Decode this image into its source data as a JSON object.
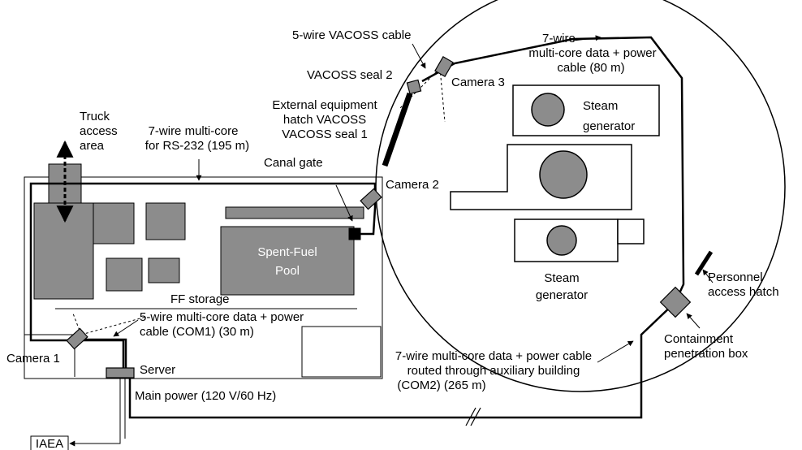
{
  "labels": {
    "vacoss_cable": "5-wire VACOSS cable",
    "seven_wire_top": "7-wire",
    "multicore_80_l1": "multi-core data + power",
    "multicore_80_l2": "cable (80 m)",
    "vacoss_seal_2": "VACOSS seal 2",
    "camera_3": "Camera 3",
    "ext_hatch_l1": "External equipment",
    "ext_hatch_l2": "hatch VACOSS",
    "vacoss_seal_1": "VACOSS seal 1",
    "truck_l1": "Truck",
    "truck_l2": "access",
    "truck_l3": "area",
    "rs232_l1": "7-wire multi-core",
    "rs232_l2": "for RS-232 (195 m)",
    "canal_gate": "Canal gate",
    "camera_2": "Camera 2",
    "steam_gen_top_l1": "Steam",
    "steam_gen_top_l2": "generator",
    "pool_l1": "Spent-Fuel",
    "pool_l2": "Pool",
    "ff_storage": "FF storage",
    "com1_l1": "5-wire multi-core data + power",
    "com1_l2": "cable (COM1) (30 m)",
    "camera_1": "Camera 1",
    "server": "Server",
    "main_power": "Main power (120 V/60 Hz)",
    "iaea": "IAEA",
    "steam_gen_bot_l1": "Steam",
    "steam_gen_bot_l2": "generator",
    "personnel_l1": "Personnel",
    "personnel_l2": "access hatch",
    "containment_l1": "Containment",
    "containment_l2": "penetration box",
    "com2_l1": "7-wire multi-core data + power cable",
    "com2_l2": "routed through auxiliary building",
    "com2_l3": "(COM2) (265 m)"
  },
  "colors": {
    "equipment_gray": "#8c8c8c",
    "line": "#000000",
    "background": "#ffffff"
  }
}
